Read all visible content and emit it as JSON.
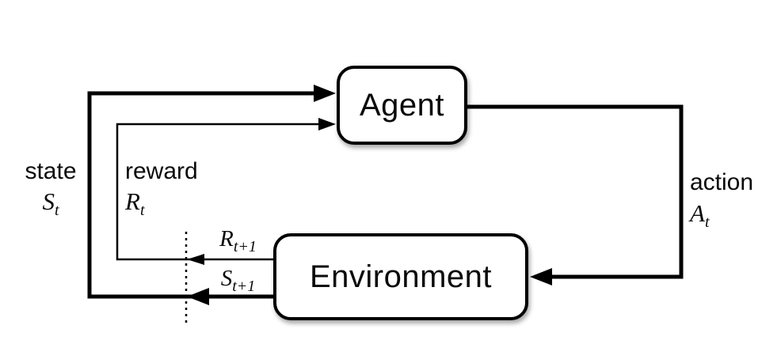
{
  "nodes": {
    "agent": {
      "label": "Agent"
    },
    "environment": {
      "label": "Environment"
    }
  },
  "labels": {
    "state": {
      "word": "state",
      "symbol": {
        "base": "S",
        "sub": "t"
      }
    },
    "reward": {
      "word": "reward",
      "symbol": {
        "base": "R",
        "sub": "t"
      }
    },
    "action": {
      "word": "action",
      "symbol": {
        "base": "A",
        "sub": "t"
      }
    },
    "next_reward": {
      "symbol": {
        "base": "R",
        "sub": "t+1"
      }
    },
    "next_state": {
      "symbol": {
        "base": "S",
        "sub": "t+1"
      }
    }
  },
  "edges": [
    {
      "name": "action",
      "from": "agent",
      "to": "environment"
    },
    {
      "name": "reward",
      "from": "environment",
      "to": "agent"
    },
    {
      "name": "state",
      "from": "environment",
      "to": "agent"
    }
  ],
  "colors": {
    "stroke": "#000000",
    "background": "#ffffff",
    "node_fill": "#ffffff"
  }
}
